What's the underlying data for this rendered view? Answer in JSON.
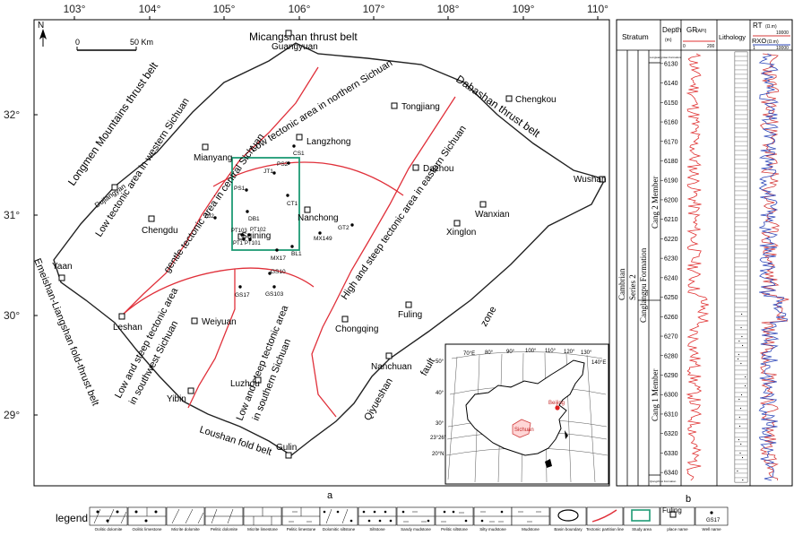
{
  "map_panel": {
    "panel_label": "a",
    "north": "N",
    "scale": {
      "start": "0",
      "end": "50 Km"
    },
    "lon_ticks": [
      "103°",
      "104°",
      "105°",
      "106°",
      "107°",
      "108°",
      "109°",
      "110°"
    ],
    "lat_ticks": [
      "32°",
      "31°",
      "30°",
      "29°"
    ],
    "belts": {
      "micangshan": "Micangshan thrust belt",
      "longmen": "Longmen Mountains thrust belt",
      "dabashan": "Dabashan thrust belt",
      "emeishan": "Emeishan-Liangshan fold-thrust belt",
      "loushan": "Loushan fold belt",
      "qiyueshan_1": "Qiyueshan",
      "qiyueshan_2": "fault",
      "qiyueshan_3": "zone"
    },
    "areas": {
      "north": "Low tectonic area in northern Sichuan",
      "west": "Low tectonic area in western Sichuan",
      "central": "gentle tectonic area in central Sichuan",
      "east": "High and steep tectonic area in eastern Sichuan",
      "southwest_1": "Low and steep tectonic area",
      "southwest_2": "in southwest Sichuan",
      "south_1": "Low and steep tectonic area",
      "south_2": "in southern Sichuan"
    },
    "places": [
      "Guangyuan",
      "Chengkou",
      "Tongjiang",
      "Langzhong",
      "Mianyang",
      "Dazhou",
      "Dujiangyan",
      "Wushan",
      "Chengdu",
      "Nanchong",
      "Wanxian",
      "Xinglon",
      "Suining",
      "Yaan",
      "Leshan",
      "Weiyuan",
      "Chongqing",
      "Fuling",
      "Nanchuan",
      "Luzhou",
      "Yibin",
      "Gulin"
    ],
    "wells": [
      "CS1",
      "PS2",
      "JT1",
      "PS1",
      "CT1",
      "DB1",
      "ZJ2",
      "PT103",
      "PT102",
      "PT1",
      "PT101",
      "MX149",
      "GT2",
      "MX17",
      "BL1",
      "GS10",
      "GS17",
      "GS103"
    ]
  },
  "inset": {
    "lon_labels": [
      "70°E",
      "80°",
      "90°",
      "100°",
      "110°",
      "120°",
      "130°",
      "140°E"
    ],
    "lat_labels": [
      "50°",
      "40°",
      "30°",
      "23°26'",
      "20°N"
    ],
    "beijing": "Beijing",
    "sichuan": "Sichuan"
  },
  "column_panel": {
    "panel_label": "b",
    "headers": {
      "stratum": "Stratum",
      "depth": "Depth",
      "depth_unit": "(m)",
      "gr": "GR",
      "gr_unit": "(API)",
      "gr_min": "0",
      "gr_max": "200",
      "lithology": "Lithology",
      "rt": "RT",
      "rt_unit": "(Ω.m)",
      "rt_max": "10000",
      "rxo": "RXO",
      "rxo_unit": "(Ω.m)",
      "rxo_min": "1",
      "rxo_max": "10000"
    },
    "stratum": {
      "system": "Cambrian",
      "series": "Series 2",
      "formation": "Canglangpu Formation",
      "member_upper": "Cang 2 Member",
      "member_lower": "Cang 1 Member",
      "top_unit": "Longwangmiao Formation",
      "bottom_unit": "Qiongzhusi Formation"
    },
    "depths": [
      "6130",
      "6140",
      "6150",
      "6160",
      "6170",
      "6180",
      "6190",
      "6200",
      "6210",
      "6220",
      "6230",
      "6240",
      "6250",
      "6260",
      "6270",
      "6280",
      "6290",
      "6300",
      "6310",
      "6320",
      "6330",
      "6340"
    ]
  },
  "legend": {
    "title": "legend",
    "items": [
      "Oolitic dolomite",
      "Oolitic limestone",
      "Micrite dolomite",
      "Pelitic dolomite",
      "Micrite limestone",
      "Pelitic limestone",
      "Dolomitic siltstone",
      "Siltstone",
      "Sandy mudstone",
      "Pelitic siltstone",
      "Silty mudstone",
      "Mudstone",
      "Basin boundary",
      "Tectonic partition line",
      "Study area"
    ],
    "place_sample": "Fuling",
    "place_label": "place name",
    "well_sample": "GS17",
    "well_label": "Well name"
  },
  "colors": {
    "tectonic_line": "#e0303a",
    "study_area": "#1d9a74",
    "rt_curve": "#d43a3a",
    "rxo_curve": "#2b45b8",
    "gr_curve": "#e03030",
    "beijing_marker": "#e02020"
  }
}
